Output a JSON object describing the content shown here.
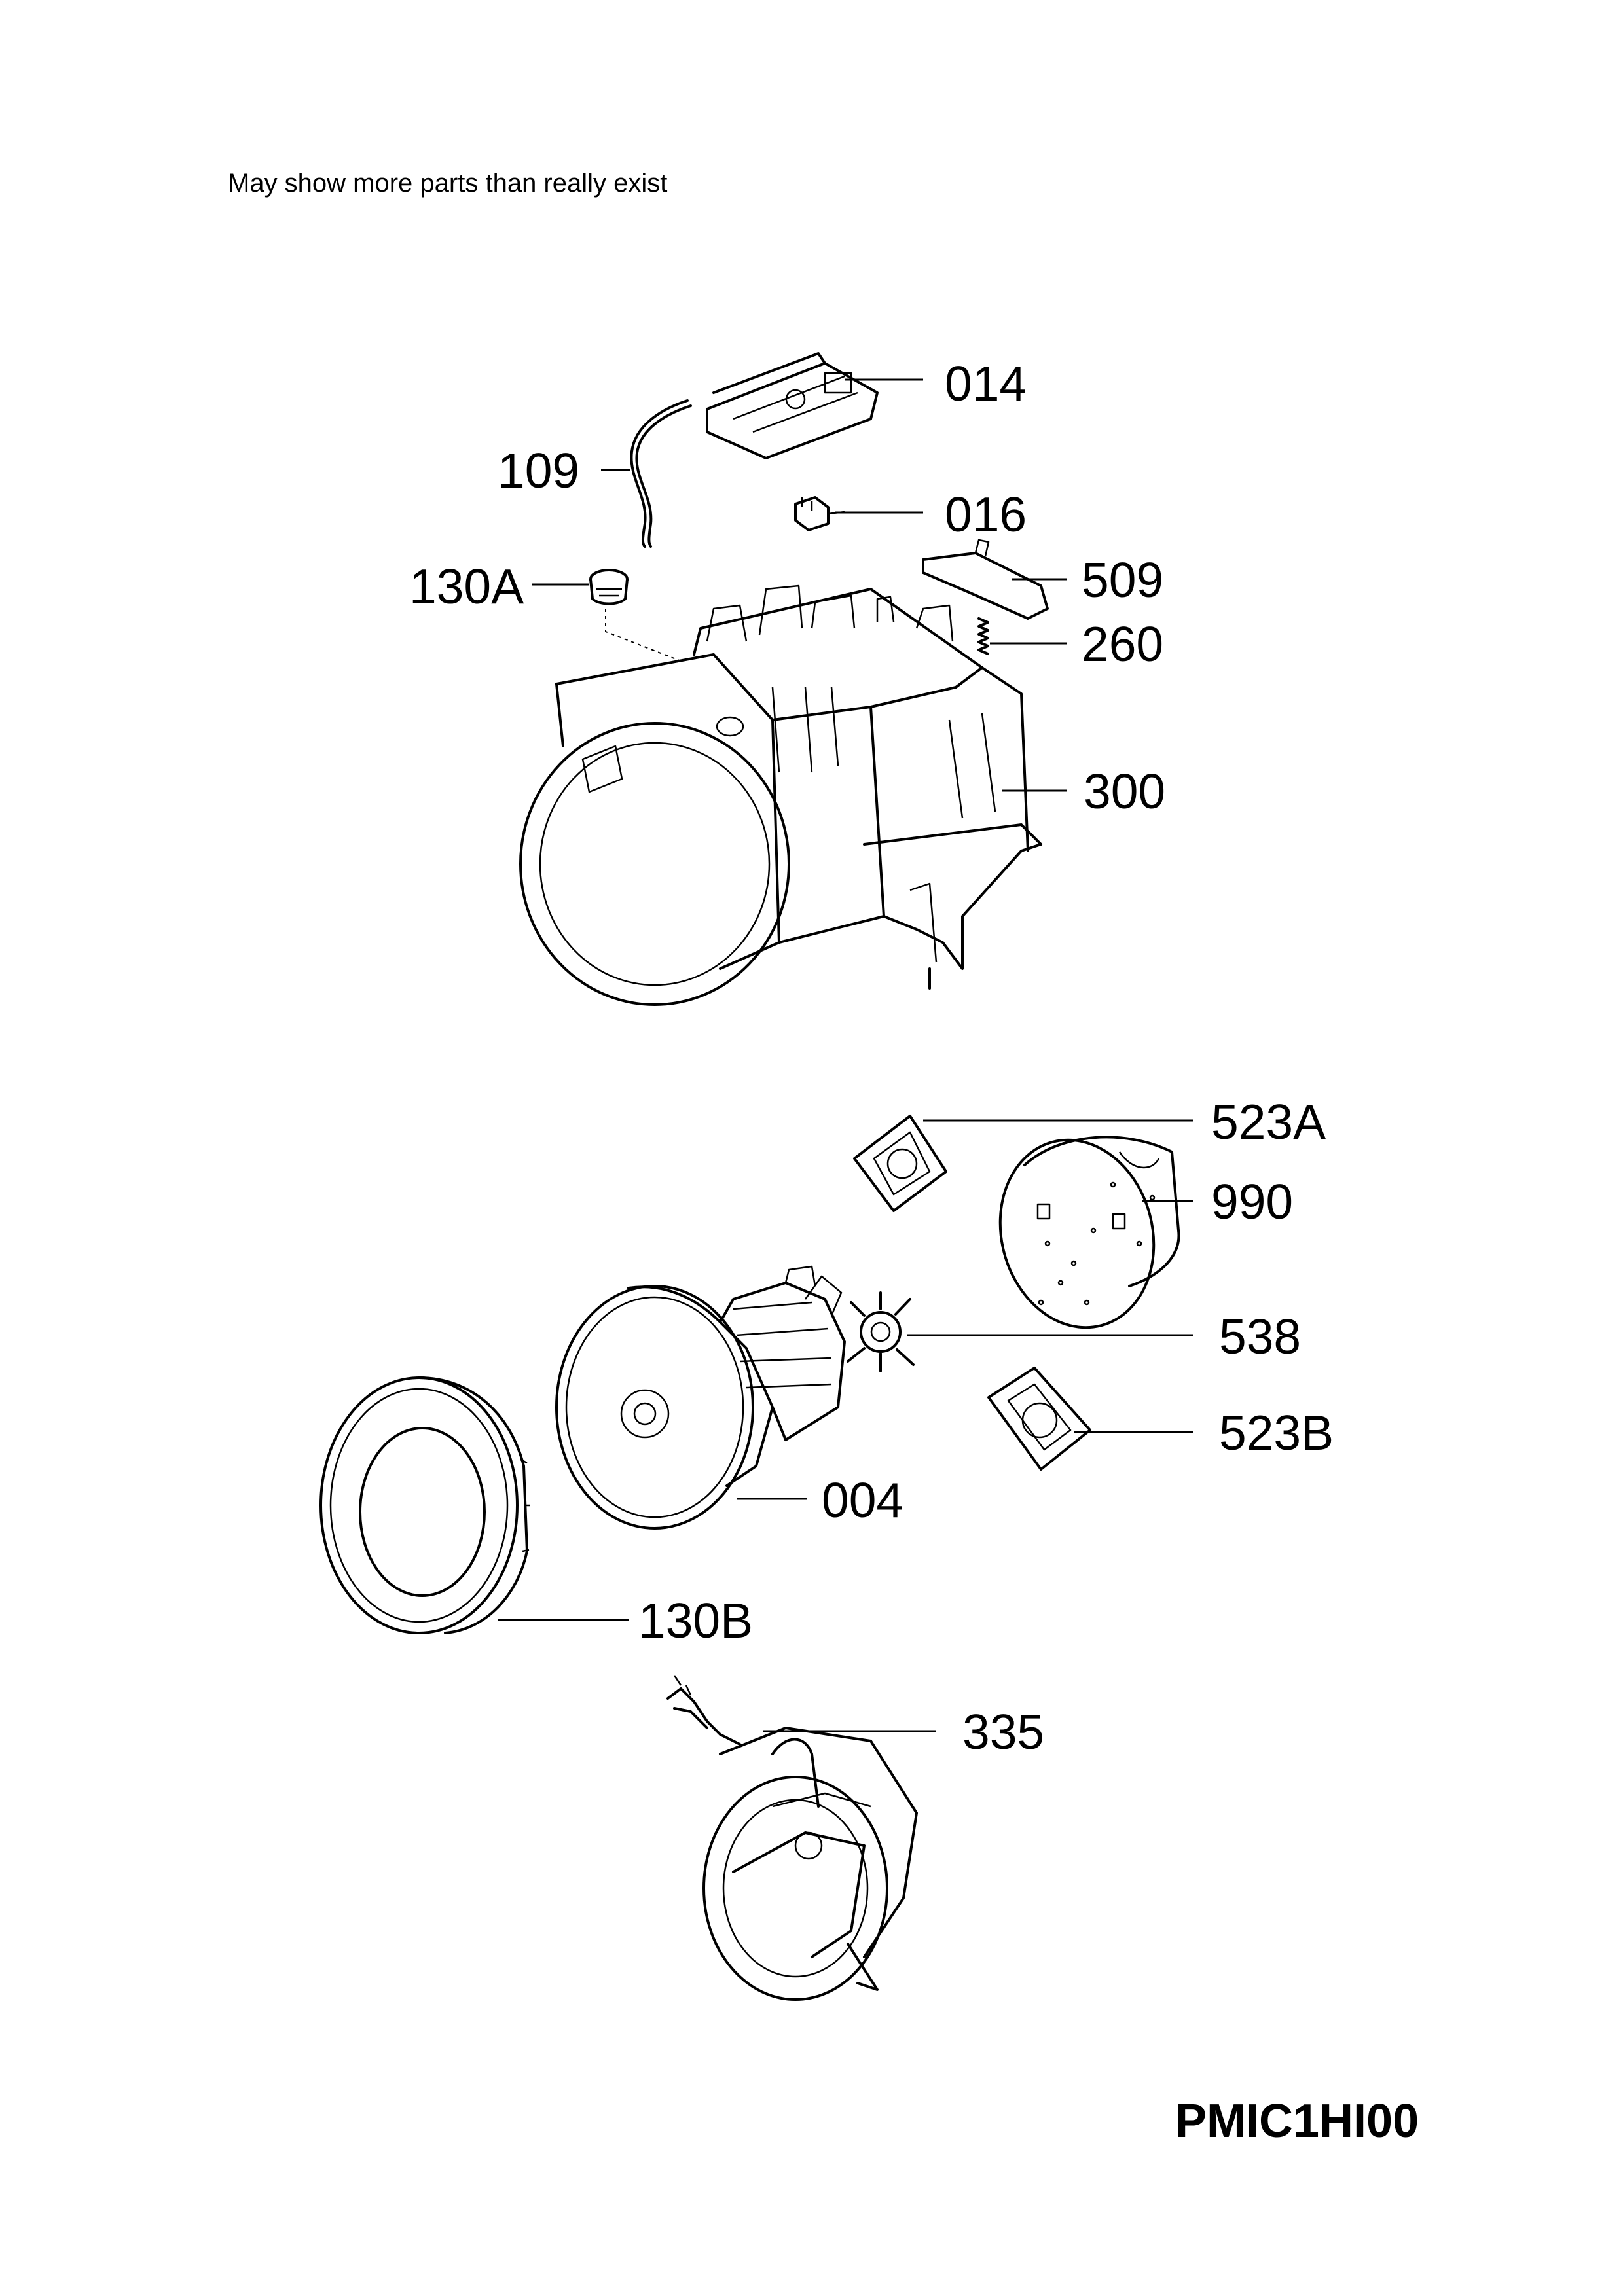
{
  "note": "May show more parts than really exist",
  "model_code": "PMIC1HI00",
  "labels": {
    "p014": "014",
    "p109": "109",
    "p016": "016",
    "p130A": "130A",
    "p509": "509",
    "p260": "260",
    "p300": "300",
    "p523A": "523A",
    "p990": "990",
    "p538": "538",
    "p523B": "523B",
    "p004": "004",
    "p130B": "130B",
    "p335": "335"
  }
}
